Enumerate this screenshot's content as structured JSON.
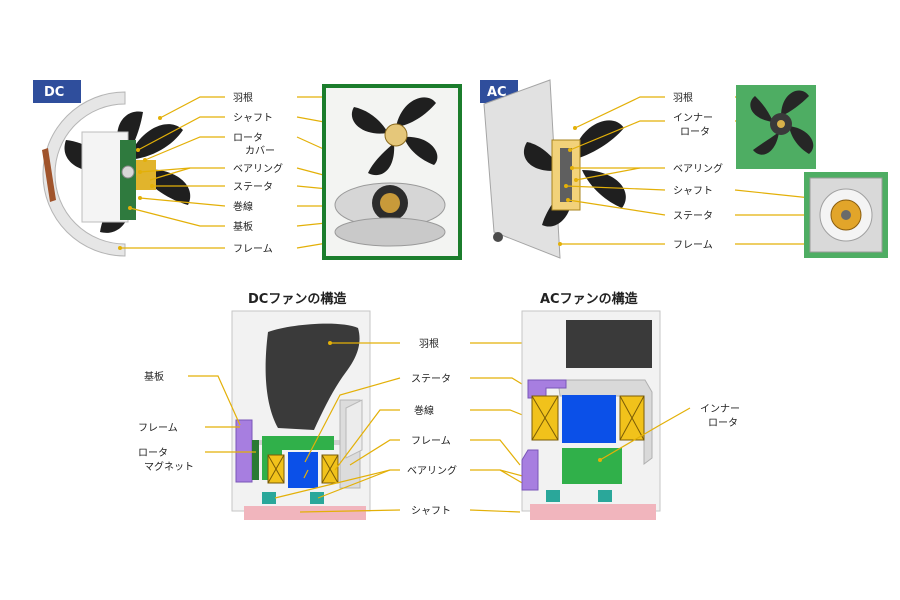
{
  "dc_photo": {
    "badge": "DC",
    "labels": [
      "羽根",
      "シャフト",
      "ロータ",
      "カバー",
      "ベアリング",
      "ステータ",
      "巻線",
      "基板",
      "フレーム"
    ]
  },
  "ac_photo": {
    "badge": "AC",
    "labels": [
      "羽根",
      "インナー",
      "ロータ",
      "ベアリング",
      "シャフト",
      "ステータ",
      "フレーム"
    ]
  },
  "dc_diagram": {
    "title": "DCファンの構造",
    "labels": [
      "基板",
      "フレーム",
      "ロータ",
      "マグネット"
    ]
  },
  "center_labels": [
    "羽根",
    "ステータ",
    "巻線",
    "フレーム",
    "ベアリング",
    "シャフト"
  ],
  "ac_diagram": {
    "title": "ACファンの構造",
    "labels": [
      "インナー",
      "ロータ"
    ]
  },
  "colors": {
    "leader": "#e3b008",
    "badge": "#2f4e9c",
    "photo_border": "#1b7d2c",
    "magnet_green": "#30b04a",
    "stator_blue": "#0b50e8",
    "coil_yellow": "#f1c21b",
    "frame_purple": "#a77ee0",
    "shaft_pink": "#f1b5bd",
    "bearing_teal": "#2aa79a",
    "blade_dark": "#3c3c3c"
  }
}
